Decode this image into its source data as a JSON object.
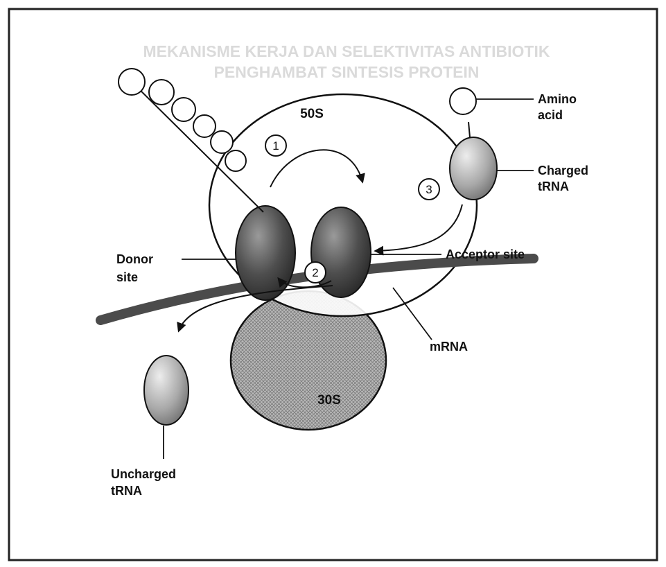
{
  "labels": {
    "ribosome_large": "50S",
    "ribosome_small": "30S",
    "amino_acid_line1": "Amino",
    "amino_acid_line2": "acid",
    "charged_trna_line1": "Charged",
    "charged_trna_line2": "tRNA",
    "donor_line1": "Donor",
    "donor_line2": "site",
    "acceptor": "Acceptor site",
    "mrna": "mRNA",
    "uncharged_line1": "Uncharged",
    "uncharged_line2": "tRNA"
  },
  "steps": [
    "1",
    "2",
    "3"
  ],
  "background_text": {
    "title_line1": "MEKANISME KERJA DAN SELEKTIVITAS ANTIBIOTIK",
    "title_line2": "PENGHAMBAT SINTESIS PROTEIN"
  }
}
